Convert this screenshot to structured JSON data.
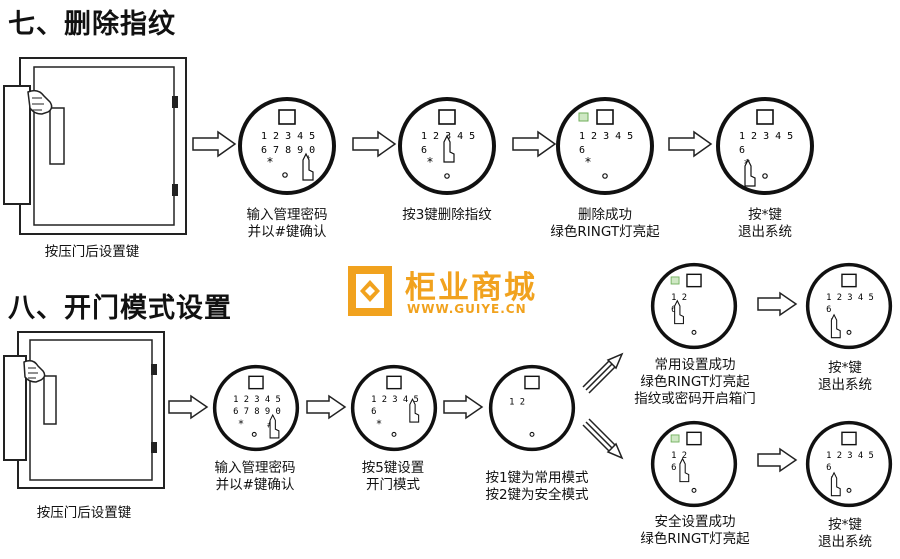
{
  "section7": {
    "title": "七、删除指纹",
    "door_caption": "按压门后设置键",
    "steps": [
      {
        "lines": [
          "输入管理密码",
          "并以#键确认"
        ],
        "keys_row1": "1 2 3 4 5",
        "keys_row2": "6 7 8 9 0",
        "star": "*",
        "hash": "#"
      },
      {
        "lines": [
          "按3键删除指纹"
        ],
        "keys_row1": "1 2 3 4 5",
        "keys_row2": "6",
        "star": "*"
      },
      {
        "lines": [
          "删除成功",
          "绿色RINGT灯亮起"
        ],
        "keys_row1": "1 2 3 4 5",
        "keys_row2": "6",
        "star": "*"
      },
      {
        "lines": [
          "按*键",
          "退出系统"
        ],
        "keys_row1": "1 2 3 4 5",
        "keys_row2": "6",
        "star": "*"
      }
    ]
  },
  "section8": {
    "title": "八、开门模式设置",
    "door_caption": "按压门后设置键",
    "steps": [
      {
        "lines": [
          "输入管理密码",
          "并以#键确认"
        ],
        "keys_row1": "1 2 3 4 5",
        "keys_row2": "6 7 8 9 0",
        "star": "*",
        "hash": "#"
      },
      {
        "lines": [
          "按5键设置",
          "开门模式"
        ],
        "keys_row1": "1 2 3 4 5",
        "keys_row2": "6",
        "star": "*"
      },
      {
        "lines": [
          "按1键为常用模式",
          "按2键为安全模式"
        ],
        "keys_row1": "1 2"
      }
    ],
    "branch_normal": {
      "lines": [
        "常用设置成功",
        "绿色RINGT灯亮起",
        "指纹或密码开启箱门"
      ],
      "keys_row1": "1 2",
      "keys_row2": "6",
      "exit": {
        "lines": [
          "按*键",
          "退出系统"
        ],
        "keys_row1": "1 2 3 4 5",
        "keys_row2": "6",
        "star": "*"
      }
    },
    "branch_safe": {
      "lines": [
        "安全设置成功",
        "绿色RINGT灯亮起"
      ],
      "keys_row1": "1 2",
      "keys_row2": "6",
      "exit": {
        "lines": [
          "按*键",
          "退出系统"
        ],
        "keys_row1": "1 2 3 4 5",
        "keys_row2": "6",
        "star": "*"
      }
    }
  },
  "logo": {
    "name": "柜业商城",
    "url": "WWW.GUIYE.CN",
    "color": "#f1a21e"
  }
}
